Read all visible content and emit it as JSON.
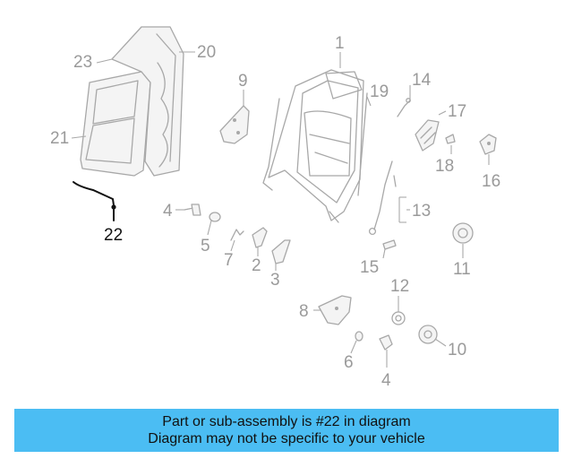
{
  "callouts": {
    "c1": "1",
    "c2": "2",
    "c3": "3",
    "c4a": "4",
    "c4b": "4",
    "c5": "5",
    "c6": "6",
    "c7": "7",
    "c8": "8",
    "c9": "9",
    "c10": "10",
    "c11": "11",
    "c12": "12",
    "c13": "13",
    "c14": "14",
    "c15": "15",
    "c16": "16",
    "c17": "17",
    "c18": "18",
    "c19": "19",
    "c20": "20",
    "c21": "21",
    "c22": "22",
    "c23": "23"
  },
  "highlighted_part": "22",
  "colors": {
    "banner": "#4bbdf3",
    "highlight": "#111111",
    "parts": "#a8a8a8"
  },
  "banner": {
    "line1": "Part or sub-assembly is #22 in diagram",
    "line2": "Diagram may not be specific to your vehicle"
  }
}
